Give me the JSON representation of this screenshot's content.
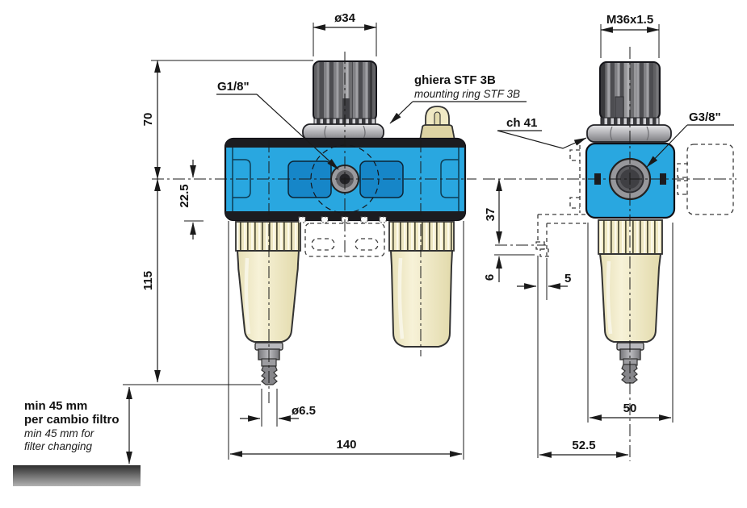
{
  "left_view": {
    "dia_knob": "ø34",
    "h_top": "70",
    "h_port": "22.5",
    "h_body": "115",
    "port_label": "G1/8\"",
    "ring_label_it": "ghiera STF 3B",
    "ring_label_en": "mounting ring STF 3B",
    "dia_drain": "ø6.5",
    "width": "140",
    "note_it_1": "min 45 mm",
    "note_it_2": "per cambio filtro",
    "note_en_1": "min 45 mm for",
    "note_en_2": "filter changing"
  },
  "right_view": {
    "thread": "M36x1.5",
    "wrench": "ch 41",
    "port_label": "G3/8\"",
    "v_offset": "37",
    "bracket_thickness": "6",
    "bracket_offset": "5",
    "body_width": "50",
    "center_offset": "52.5"
  },
  "colors": {
    "body_blue": "#29A7E0",
    "panel_blue": "#1686C8",
    "bowl_cream": "#F0E9C5",
    "knob_gray": "#6E6E72",
    "line_dark": "#1A1A1A"
  }
}
